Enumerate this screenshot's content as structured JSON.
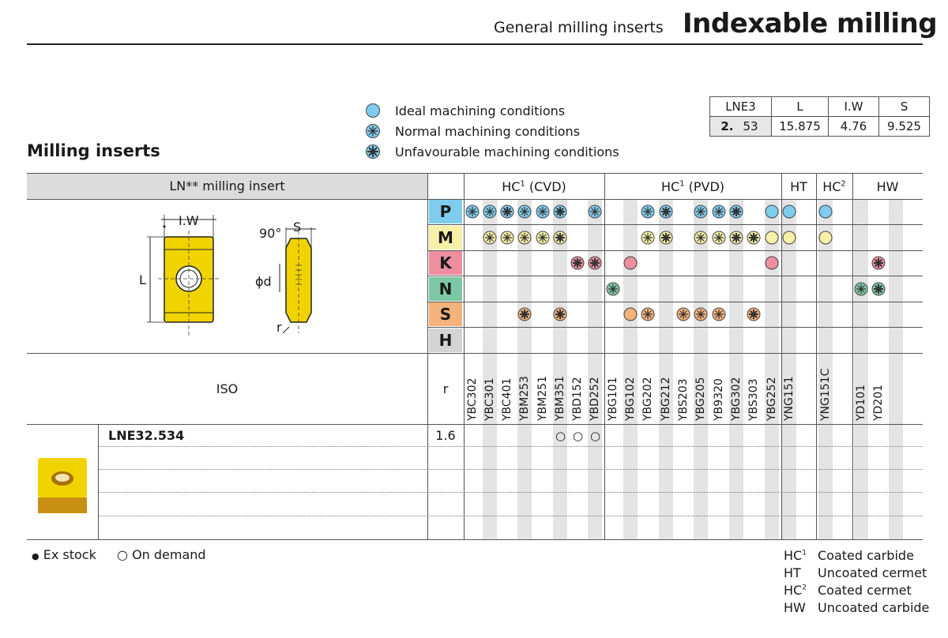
{
  "header": {
    "subtitle": "General milling inserts",
    "title": "Indexable milling"
  },
  "section_title": "Milling inserts",
  "legend": [
    {
      "label": "Ideal machining conditions",
      "icon": "ideal-circle-icon"
    },
    {
      "label": "Normal machining conditions",
      "icon": "normal-asterisk-circle-icon"
    },
    {
      "label": "Unfavourable machining conditions",
      "icon": "unfavourable-asterisk-circle-icon"
    }
  ],
  "dim_table": {
    "headers": [
      "LNE3",
      "L",
      "I.W",
      "S"
    ],
    "row": {
      "prefix": "2.",
      "code": "53",
      "L": "15.875",
      "IW": "4.76",
      "S": "9.525"
    }
  },
  "table": {
    "insert_header": "LN** milling insert",
    "iso_label": "ISO",
    "r_label": "r",
    "groups": [
      {
        "label": "HC",
        "sup": "1",
        "suffix": " (CVD)"
      },
      {
        "label": "HC",
        "sup": "1",
        "suffix": " (PVD)"
      },
      {
        "label": "HT",
        "sup": "",
        "suffix": ""
      },
      {
        "label": "HC",
        "sup": "2",
        "suffix": ""
      },
      {
        "label": "HW",
        "sup": "",
        "suffix": ""
      }
    ],
    "materials": [
      "P",
      "M",
      "K",
      "N",
      "S",
      "H"
    ],
    "grades": [
      "YBC302",
      "YBC301",
      "YBC401",
      "YBM253",
      "YBM251",
      "YBM351",
      "YBD152",
      "YBD252",
      "YBG101",
      "YBG102",
      "YBG202",
      "YBG212",
      "YBS203",
      "YBG205",
      "YB9320",
      "YBG302",
      "YBS303",
      "YBG252",
      "YNG151",
      "YNG151C",
      "YD101",
      "YD201"
    ],
    "product_code": "LNE32.534",
    "product_r": "1.6",
    "availability_mark": "○"
  },
  "drawing": {
    "L": "L",
    "IW": "I.W",
    "S": "S",
    "angle": "90°",
    "d": "ϕd",
    "r": "r"
  },
  "colors": {
    "P": "#7fcdee",
    "M": "#f6f0a8",
    "K": "#ee8ea0",
    "N": "#7dc8a4",
    "S": "#f5b27a",
    "H": "#d4d4d4",
    "header_bg": "#dcdcdc",
    "insert_yellow": "#f1d300"
  },
  "footer": {
    "ex_stock": "Ex stock",
    "on_demand": "On demand",
    "abbrev": [
      {
        "code": "HC",
        "sup": "1",
        "desc": "Coated carbide"
      },
      {
        "code": "HT",
        "sup": "",
        "desc": "Uncoated cermet"
      },
      {
        "code": "HC",
        "sup": "2",
        "desc": "Coated cermet"
      },
      {
        "code": "HW",
        "sup": "",
        "desc": "Uncoated carbide"
      }
    ]
  }
}
